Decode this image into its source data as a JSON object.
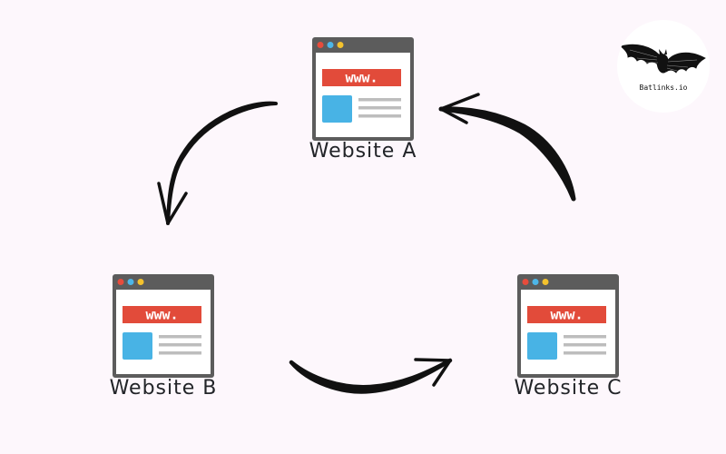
{
  "colors": {
    "background": "#FDF7FC",
    "window_frame": "#5C5C5C",
    "window_body": "#FFFFFF",
    "url_banner": "#E24B3A",
    "dot_red": "#E74C3C",
    "dot_blue": "#4DB6E8",
    "dot_yellow": "#F4C22D",
    "image_block": "#48B3E5",
    "text_lines": "#BDBDBD",
    "arrow": "#111111",
    "label_text": "#222428"
  },
  "nodes": [
    {
      "id": "a",
      "label": "Website A",
      "url_text": "www."
    },
    {
      "id": "b",
      "label": "Website B",
      "url_text": "www."
    },
    {
      "id": "c",
      "label": "Website C",
      "url_text": "www."
    }
  ],
  "edges": [
    {
      "from": "a",
      "to": "b"
    },
    {
      "from": "b",
      "to": "c"
    },
    {
      "from": "c",
      "to": "a"
    }
  ],
  "logo": {
    "text": "Batlinks.io",
    "icon": "bat-icon"
  }
}
